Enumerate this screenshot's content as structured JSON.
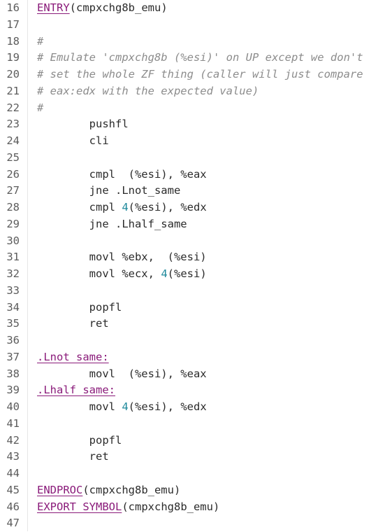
{
  "editor": {
    "language": "assembly",
    "lines": [
      {
        "n": "16",
        "segs": [
          {
            "t": "macro",
            "v": "ENTRY"
          },
          {
            "t": "plain",
            "v": "(cmpxchg8b_emu)"
          }
        ]
      },
      {
        "n": "17",
        "segs": []
      },
      {
        "n": "18",
        "segs": [
          {
            "t": "comment",
            "v": "#"
          }
        ]
      },
      {
        "n": "19",
        "segs": [
          {
            "t": "comment",
            "v": "# Emulate 'cmpxchg8b (%esi)' on UP except we don't"
          }
        ]
      },
      {
        "n": "20",
        "segs": [
          {
            "t": "comment",
            "v": "# set the whole ZF thing (caller will just compare"
          }
        ]
      },
      {
        "n": "21",
        "segs": [
          {
            "t": "comment",
            "v": "# eax:edx with the expected value)"
          }
        ]
      },
      {
        "n": "22",
        "segs": [
          {
            "t": "comment",
            "v": "#"
          }
        ]
      },
      {
        "n": "23",
        "segs": [
          {
            "t": "plain",
            "v": "        pushfl"
          }
        ]
      },
      {
        "n": "24",
        "segs": [
          {
            "t": "plain",
            "v": "        cli"
          }
        ]
      },
      {
        "n": "25",
        "segs": []
      },
      {
        "n": "26",
        "segs": [
          {
            "t": "plain",
            "v": "        cmpl  (%esi), %eax"
          }
        ]
      },
      {
        "n": "27",
        "segs": [
          {
            "t": "plain",
            "v": "        jne .Lnot_same"
          }
        ]
      },
      {
        "n": "28",
        "segs": [
          {
            "t": "plain",
            "v": "        cmpl "
          },
          {
            "t": "num",
            "v": "4"
          },
          {
            "t": "plain",
            "v": "(%esi), %edx"
          }
        ]
      },
      {
        "n": "29",
        "segs": [
          {
            "t": "plain",
            "v": "        jne .Lhalf_same"
          }
        ]
      },
      {
        "n": "30",
        "segs": []
      },
      {
        "n": "31",
        "segs": [
          {
            "t": "plain",
            "v": "        movl %ebx,  (%esi)"
          }
        ]
      },
      {
        "n": "32",
        "segs": [
          {
            "t": "plain",
            "v": "        movl %ecx, "
          },
          {
            "t": "num",
            "v": "4"
          },
          {
            "t": "plain",
            "v": "(%esi)"
          }
        ]
      },
      {
        "n": "33",
        "segs": []
      },
      {
        "n": "34",
        "segs": [
          {
            "t": "plain",
            "v": "        popfl"
          }
        ]
      },
      {
        "n": "35",
        "segs": [
          {
            "t": "plain",
            "v": "        ret"
          }
        ]
      },
      {
        "n": "36",
        "segs": []
      },
      {
        "n": "37",
        "segs": [
          {
            "t": "label",
            "v": ".Lnot_same:"
          }
        ]
      },
      {
        "n": "38",
        "segs": [
          {
            "t": "plain",
            "v": "        movl  (%esi), %eax"
          }
        ]
      },
      {
        "n": "39",
        "segs": [
          {
            "t": "label",
            "v": ".Lhalf_same:"
          }
        ]
      },
      {
        "n": "40",
        "segs": [
          {
            "t": "plain",
            "v": "        movl "
          },
          {
            "t": "num",
            "v": "4"
          },
          {
            "t": "plain",
            "v": "(%esi), %edx"
          }
        ]
      },
      {
        "n": "41",
        "segs": []
      },
      {
        "n": "42",
        "segs": [
          {
            "t": "plain",
            "v": "        popfl"
          }
        ]
      },
      {
        "n": "43",
        "segs": [
          {
            "t": "plain",
            "v": "        ret"
          }
        ]
      },
      {
        "n": "44",
        "segs": []
      },
      {
        "n": "45",
        "segs": [
          {
            "t": "macro",
            "v": "ENDPROC"
          },
          {
            "t": "plain",
            "v": "(cmpxchg8b_emu)"
          }
        ]
      },
      {
        "n": "46",
        "segs": [
          {
            "t": "macro",
            "v": "EXPORT_SYMBOL"
          },
          {
            "t": "plain",
            "v": "(cmpxchg8b_emu)"
          }
        ]
      },
      {
        "n": "47",
        "segs": []
      }
    ]
  }
}
